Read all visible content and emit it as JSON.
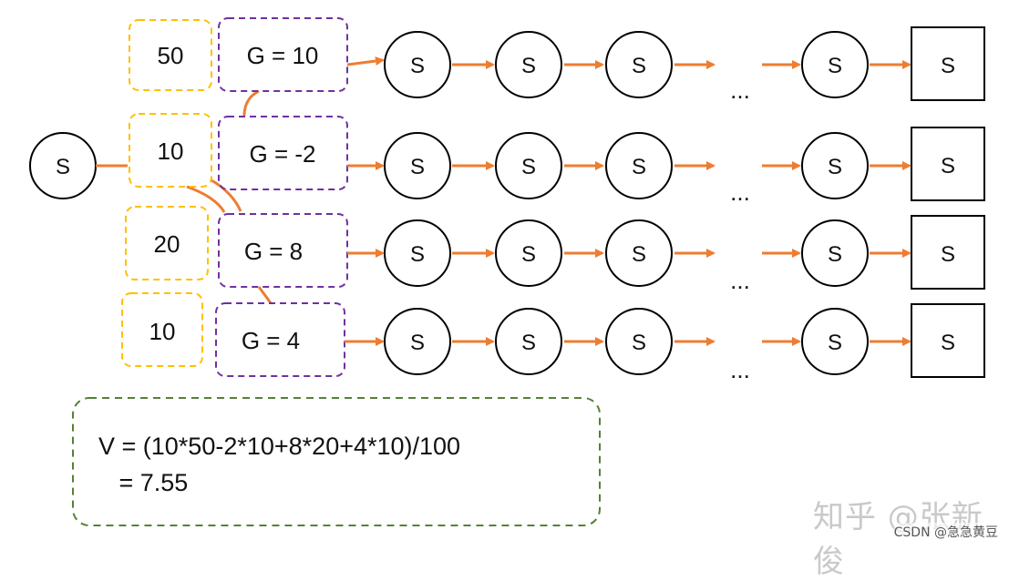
{
  "colors": {
    "arrow": "#ED7D31",
    "probability_box": "#FFC000",
    "return_box": "#7030A0",
    "formula_box": "#548235",
    "node": "#000000"
  },
  "start_state": "S",
  "trajectories": [
    {
      "probability": "50",
      "return": "G = 10",
      "states": [
        "S",
        "S",
        "S",
        "S"
      ],
      "ellipsis": "...",
      "terminal": "S"
    },
    {
      "probability": "10",
      "return": "G = -2",
      "states": [
        "S",
        "S",
        "S",
        "S"
      ],
      "ellipsis": "...",
      "terminal": "S"
    },
    {
      "probability": "20",
      "return": "G = 8",
      "states": [
        "S",
        "S",
        "S",
        "S"
      ],
      "ellipsis": "...",
      "terminal": "S"
    },
    {
      "probability": "10",
      "return": "G = 4",
      "states": [
        "S",
        "S",
        "S",
        "S"
      ],
      "ellipsis": "...",
      "terminal": "S"
    }
  ],
  "formula": {
    "line1": "V = (10*50-2*10+8*20+4*10)/100",
    "line2": "   = 7.55"
  },
  "watermark": "知乎 @张新俊",
  "credit": "CSDN @急急黄豆"
}
